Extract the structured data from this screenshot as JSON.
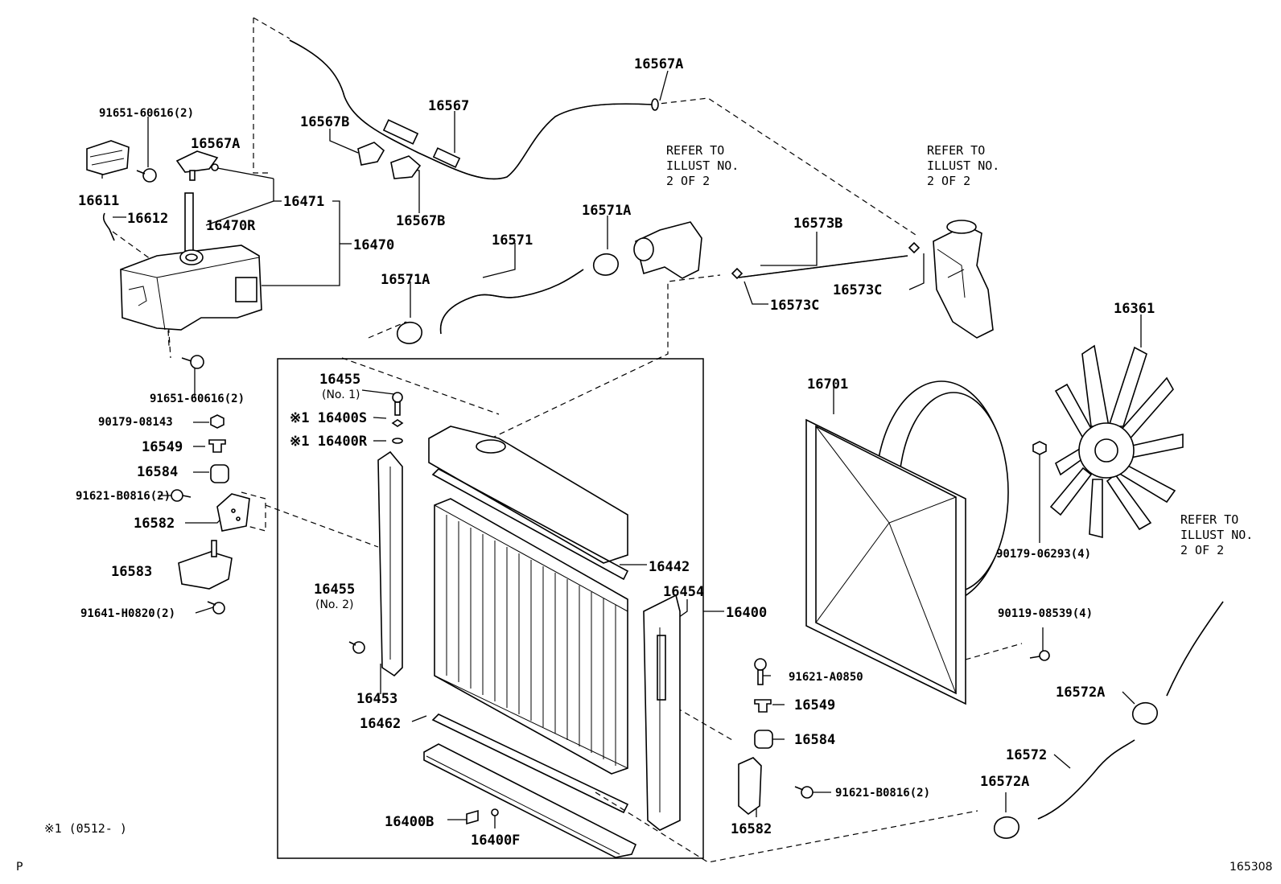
{
  "diagram_code": "165308",
  "page_marker": "P",
  "footnote": "※1 (0512-     )",
  "refer_note": {
    "l1": "REFER TO",
    "l2": "ILLUST NO.",
    "l3": "2 OF 2"
  },
  "labels": {
    "p91651_60616_top": "91651-60616(2)",
    "p16611": "16611",
    "p16612": "16612",
    "p16567A_left": "16567A",
    "p16470R": "16470R",
    "p16471": "16471",
    "p16470": "16470",
    "p16567B_top": "16567B",
    "p16567": "16567",
    "p16567B_bottom": "16567B",
    "p16567A_right": "16567A",
    "p16571": "16571",
    "p16571A_left": "16571A",
    "p16571A_right": "16571A",
    "p16573B": "16573B",
    "p16573C_left": "16573C",
    "p16573C_right": "16573C",
    "p16361": "16361",
    "p16701": "16701",
    "p91651_60616_bottom": "91651-60616(2)",
    "p90179_08143": "90179-08143",
    "p16549_left": "16549",
    "p16584_left": "16584",
    "p91621_B0816_left": "91621-B0816(2)",
    "p16582_left": "16582",
    "p16583": "16583",
    "p91641_H0820": "91641-H0820(2)",
    "p16455_no1": "16455",
    "sub_no1": "(No. 1)",
    "p16400S": "※1 16400S",
    "p16400R": "※1 16400R",
    "p16455_no2": "16455",
    "sub_no2": "(No. 2)",
    "p16453": "16453",
    "p16462": "16462",
    "p16442": "16442",
    "p16454": "16454",
    "p16400": "16400",
    "p16400B": "16400B",
    "p16400F": "16400F",
    "p90179_06293": "90179-06293(4)",
    "p90119_08539": "90119-08539(4)",
    "p91621_A0850": "91621-A0850",
    "p16549_right": "16549",
    "p16584_right": "16584",
    "p91621_B0816_right": "91621-B0816(2)",
    "p16582_right": "16582",
    "p16572A_top": "16572A",
    "p16572": "16572",
    "p16572A_bottom": "16572A"
  }
}
